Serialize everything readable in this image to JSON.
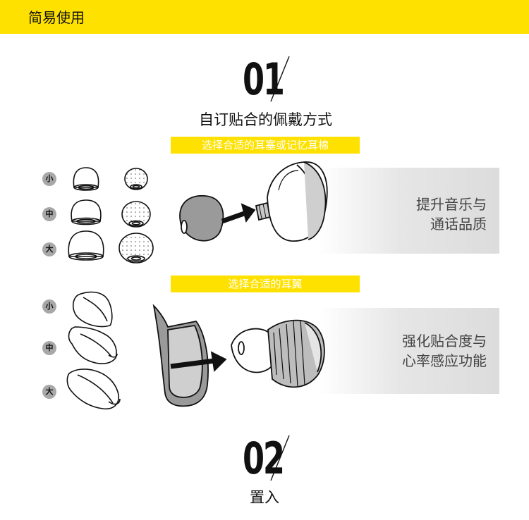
{
  "header": {
    "title": "简易使用"
  },
  "step1": {
    "number": "01",
    "title": "自订贴合的佩戴方式",
    "eartips": {
      "label": "选择合适的耳塞或记忆耳棉",
      "sizes": [
        "小",
        "中",
        "大"
      ],
      "panel_lines": [
        "提升音乐与",
        "通话品质"
      ]
    },
    "wings": {
      "label": "选择合适的耳翼",
      "sizes": [
        "小",
        "中",
        "大"
      ],
      "panel_lines": [
        "强化贴合度与",
        "心率感应功能"
      ]
    }
  },
  "step2": {
    "number": "02",
    "title": "置入"
  },
  "colors": {
    "accent": "#ffe100",
    "badge": "#a8a8a8"
  }
}
